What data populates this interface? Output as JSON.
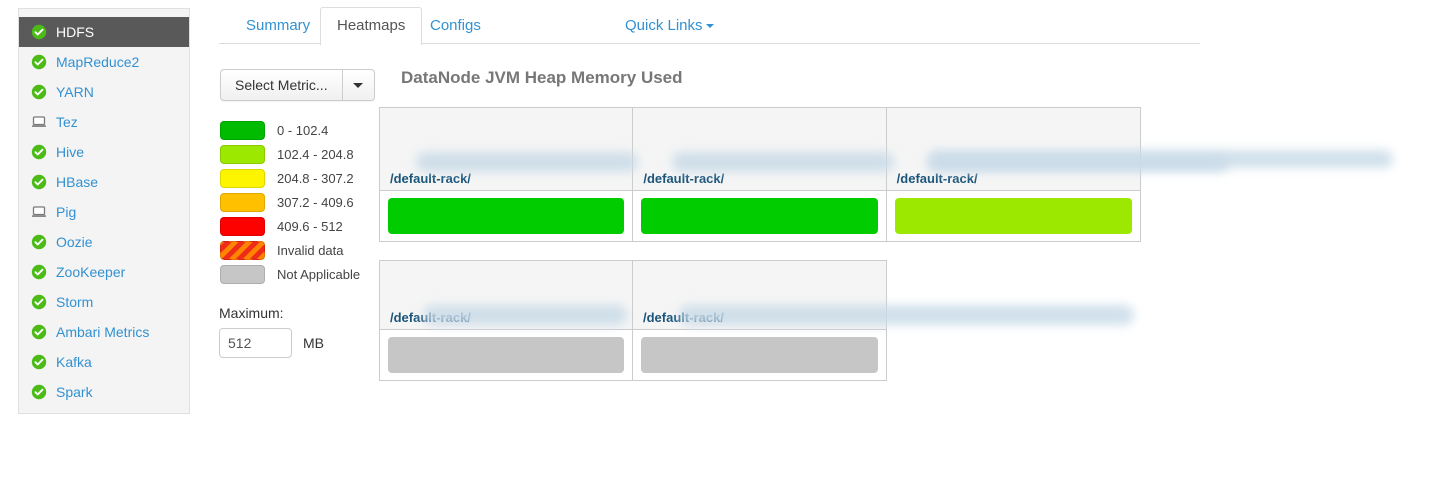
{
  "sidebar": {
    "items": [
      {
        "label": "HDFS",
        "icon": "status-ok-icon",
        "active": true
      },
      {
        "label": "MapReduce2",
        "icon": "status-ok-icon",
        "active": false
      },
      {
        "label": "YARN",
        "icon": "status-ok-icon",
        "active": false
      },
      {
        "label": "Tez",
        "icon": "client-monitor-icon",
        "active": false
      },
      {
        "label": "Hive",
        "icon": "status-ok-icon",
        "active": false
      },
      {
        "label": "HBase",
        "icon": "status-ok-icon",
        "active": false
      },
      {
        "label": "Pig",
        "icon": "client-monitor-icon",
        "active": false
      },
      {
        "label": "Oozie",
        "icon": "status-ok-icon",
        "active": false
      },
      {
        "label": "ZooKeeper",
        "icon": "status-ok-icon",
        "active": false
      },
      {
        "label": "Storm",
        "icon": "status-ok-icon",
        "active": false
      },
      {
        "label": "Ambari Metrics",
        "icon": "status-ok-icon",
        "active": false
      },
      {
        "label": "Kafka",
        "icon": "status-ok-icon",
        "active": false
      },
      {
        "label": "Spark",
        "icon": "status-ok-icon",
        "active": false
      }
    ]
  },
  "tabs": [
    {
      "label": "Summary",
      "active": false
    },
    {
      "label": "Heatmaps",
      "active": true
    },
    {
      "label": "Configs",
      "active": false
    }
  ],
  "quick_links": {
    "label": "Quick Links",
    "icon": "caret-down-icon"
  },
  "metric_select": {
    "label": "Select Metric...",
    "caret_icon": "caret-down-icon"
  },
  "legend": {
    "entries": [
      {
        "label": "0 - 102.4",
        "color": "#00bb00",
        "style": "solid"
      },
      {
        "label": "102.4 - 204.8",
        "color": "#9ce800",
        "style": "solid"
      },
      {
        "label": "204.8 - 307.2",
        "color": "#fdf500",
        "style": "solid"
      },
      {
        "label": "307.2 - 409.6",
        "color": "#ffc000",
        "style": "solid"
      },
      {
        "label": "409.6 - 512",
        "color": "#fd0000",
        "style": "solid"
      },
      {
        "label": "Invalid data",
        "color": "#ef2b19",
        "style": "striped"
      },
      {
        "label": "Not Applicable",
        "color": "#c6c6c6",
        "style": "solid"
      }
    ]
  },
  "maximum": {
    "label": "Maximum:",
    "value": "512",
    "unit": "MB"
  },
  "heatmap": {
    "title": "DataNode JVM Heap Memory Used",
    "racks": [
      {
        "hosts": [
          {
            "rack_prefix": "/default-rack/",
            "hostname": "",
            "bar_color": "#00cc00",
            "redacted": true
          },
          {
            "rack_prefix": "/default-rack/",
            "hostname": "",
            "bar_color": "#00cc00",
            "redacted": true
          },
          {
            "rack_prefix": "/default-rack/",
            "hostname": "",
            "bar_color": "#9ce800",
            "redacted": true
          }
        ]
      },
      {
        "hosts": [
          {
            "rack_prefix": "/default-rack/",
            "hostname": "",
            "bar_color": "#c6c6c6",
            "redacted": true
          },
          {
            "rack_prefix": "/default-rack/",
            "hostname": "",
            "bar_color": "#c6c6c6",
            "redacted": true
          }
        ]
      }
    ]
  }
}
